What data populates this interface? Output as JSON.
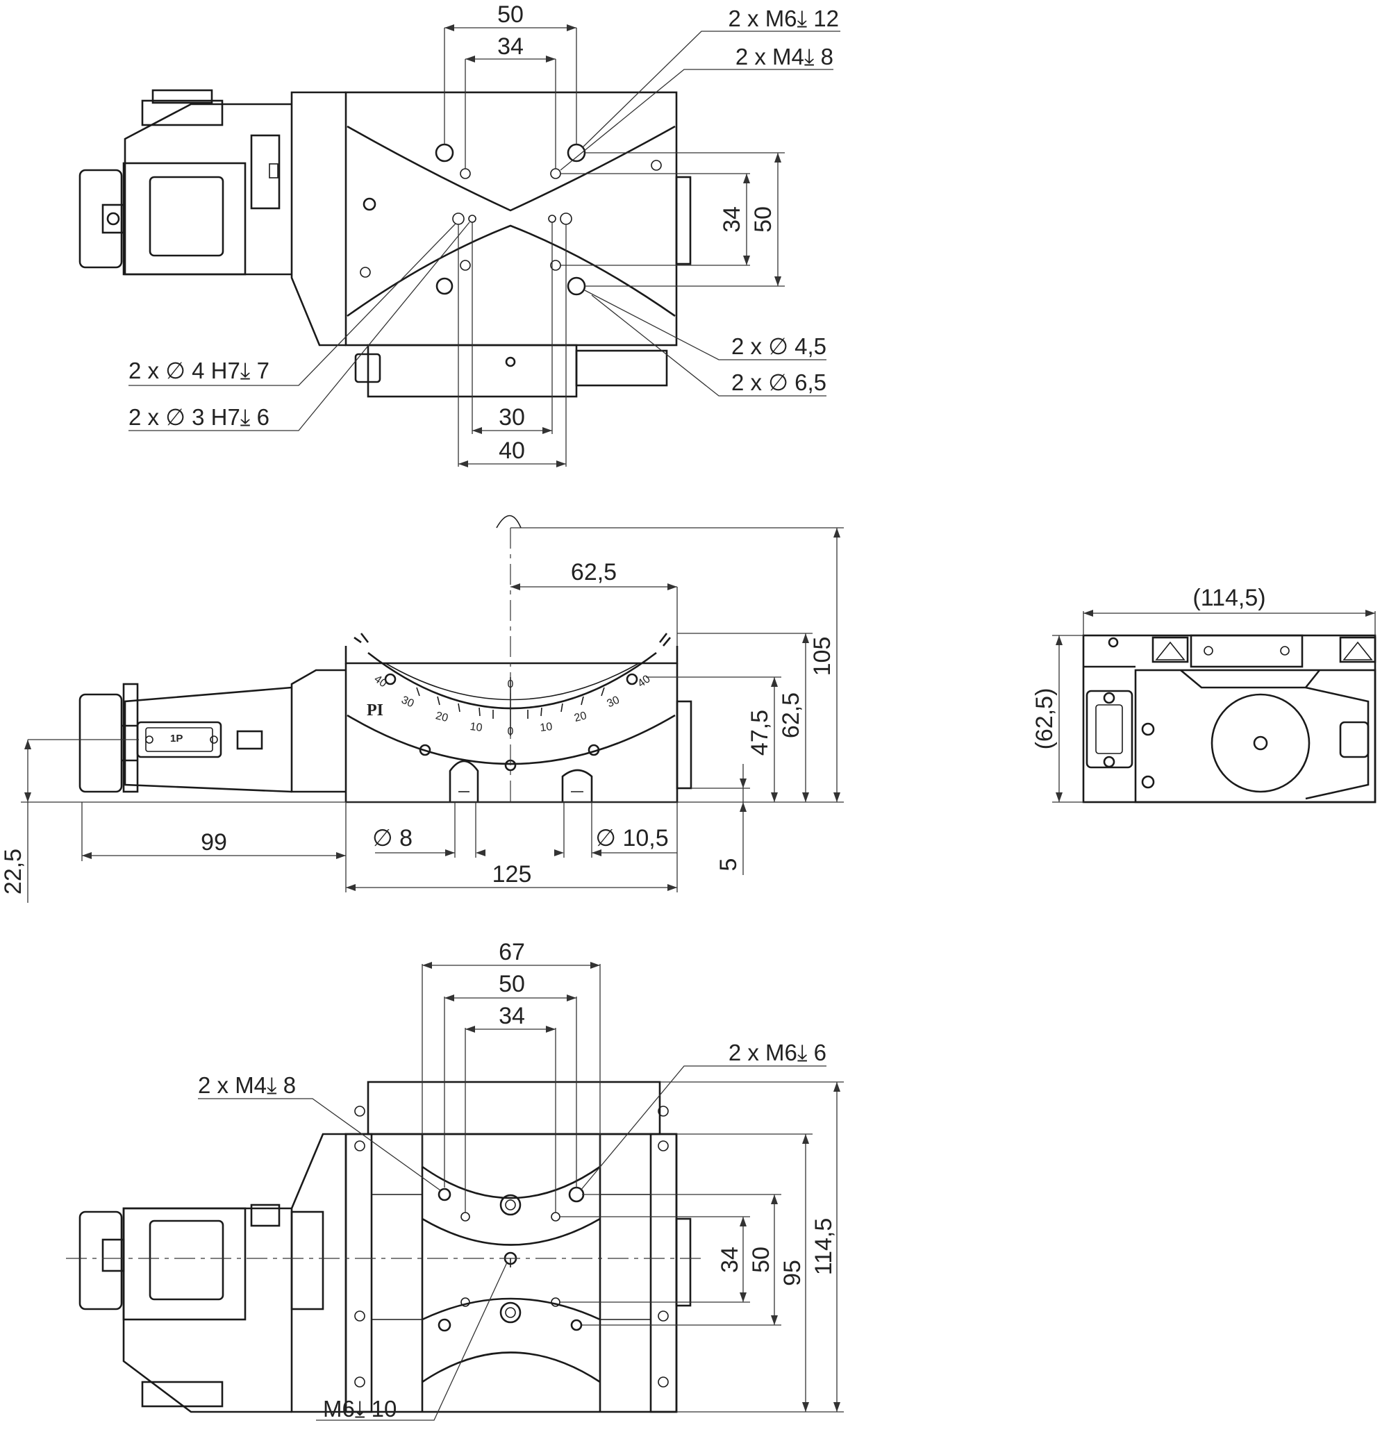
{
  "colors": {
    "line": "#1a1a1a",
    "dimension": "#333333",
    "background": "#ffffff"
  },
  "top_view": {
    "dims": {
      "w50": "50",
      "w34": "34",
      "v34": "34",
      "v50": "50",
      "w30": "30",
      "w40": "40"
    },
    "callouts": {
      "m6": "2 x M6⤓ 12",
      "m4": "2 x M4⤓ 8",
      "d45": "2 x ∅ 4,5",
      "d65": "2 x ∅ 6,5",
      "h7a": "2 x ∅ 4 H7⤓ 7",
      "h7b": "2 x ∅ 3 H7⤓ 6"
    }
  },
  "front_view": {
    "dims": {
      "r625": "62,5",
      "h105": "105",
      "h625": "62,5",
      "h475": "47,5",
      "w99": "99",
      "w125": "125",
      "h5": "5",
      "h225": "22,5",
      "d8": "∅ 8",
      "d105": "∅ 10,5"
    },
    "scale_labels": [
      "40",
      "30",
      "20",
      "10",
      "0",
      "0",
      "10",
      "20",
      "30",
      "40"
    ],
    "logo": "PI",
    "connector": "1P"
  },
  "side_view": {
    "dims": {
      "w1145": "(114,5)",
      "h625": "(62,5)"
    }
  },
  "bottom_view": {
    "dims": {
      "w67": "67",
      "w50": "50",
      "w34": "34",
      "v34": "34",
      "v50": "50",
      "v95": "95",
      "v1145": "114,5"
    },
    "callouts": {
      "m6": "2 x M6⤓ 6",
      "m4": "2 x M4⤓ 8",
      "m610": "M6⤓ 10"
    }
  }
}
